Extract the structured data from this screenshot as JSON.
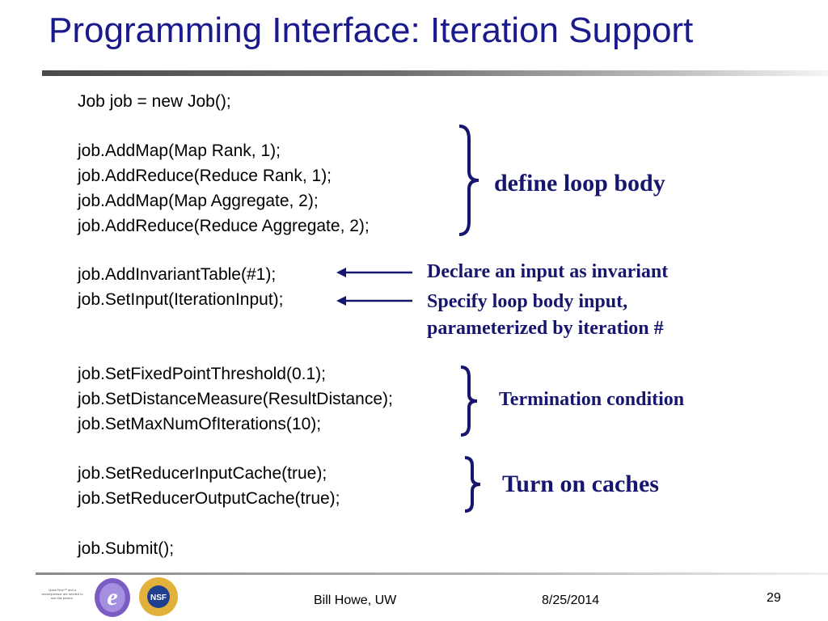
{
  "slide": {
    "title": "Programming Interface: Iteration Support",
    "code_lines": [
      "Job job = new Job();",
      "job.AddMap(Map Rank, 1);",
      "job.AddReduce(Reduce Rank, 1);",
      "job.AddMap(Map Aggregate, 2);",
      "job.AddReduce(Reduce Aggregate, 2);",
      "job.AddInvariantTable(#1);",
      "job.SetInput(IterationInput);",
      "job.SetFixedPointThreshold(0.1);",
      "job.SetDistanceMeasure(ResultDistance);",
      "job.SetMaxNumOfIterations(10);",
      "job.SetReducerInputCache(true);",
      "job.SetReducerOutputCache(true);",
      "job.Submit();"
    ],
    "annotations": {
      "loop_body": "define loop body",
      "invariant": "Declare an input as invariant",
      "loop_input_line1": "Specify loop body input,",
      "loop_input_line2": "parameterized by iteration #",
      "termination": "Termination condition",
      "caches": "Turn on caches"
    },
    "colors": {
      "title": "#1a1a8c",
      "annotation": "#16166e",
      "brace": "#16166e"
    }
  },
  "footer": {
    "author": "Bill Howe, UW",
    "date": "8/25/2014",
    "page_number": "29",
    "quicktime_notice": "QuickTime™ and a decompressor are needed to see this picture."
  }
}
